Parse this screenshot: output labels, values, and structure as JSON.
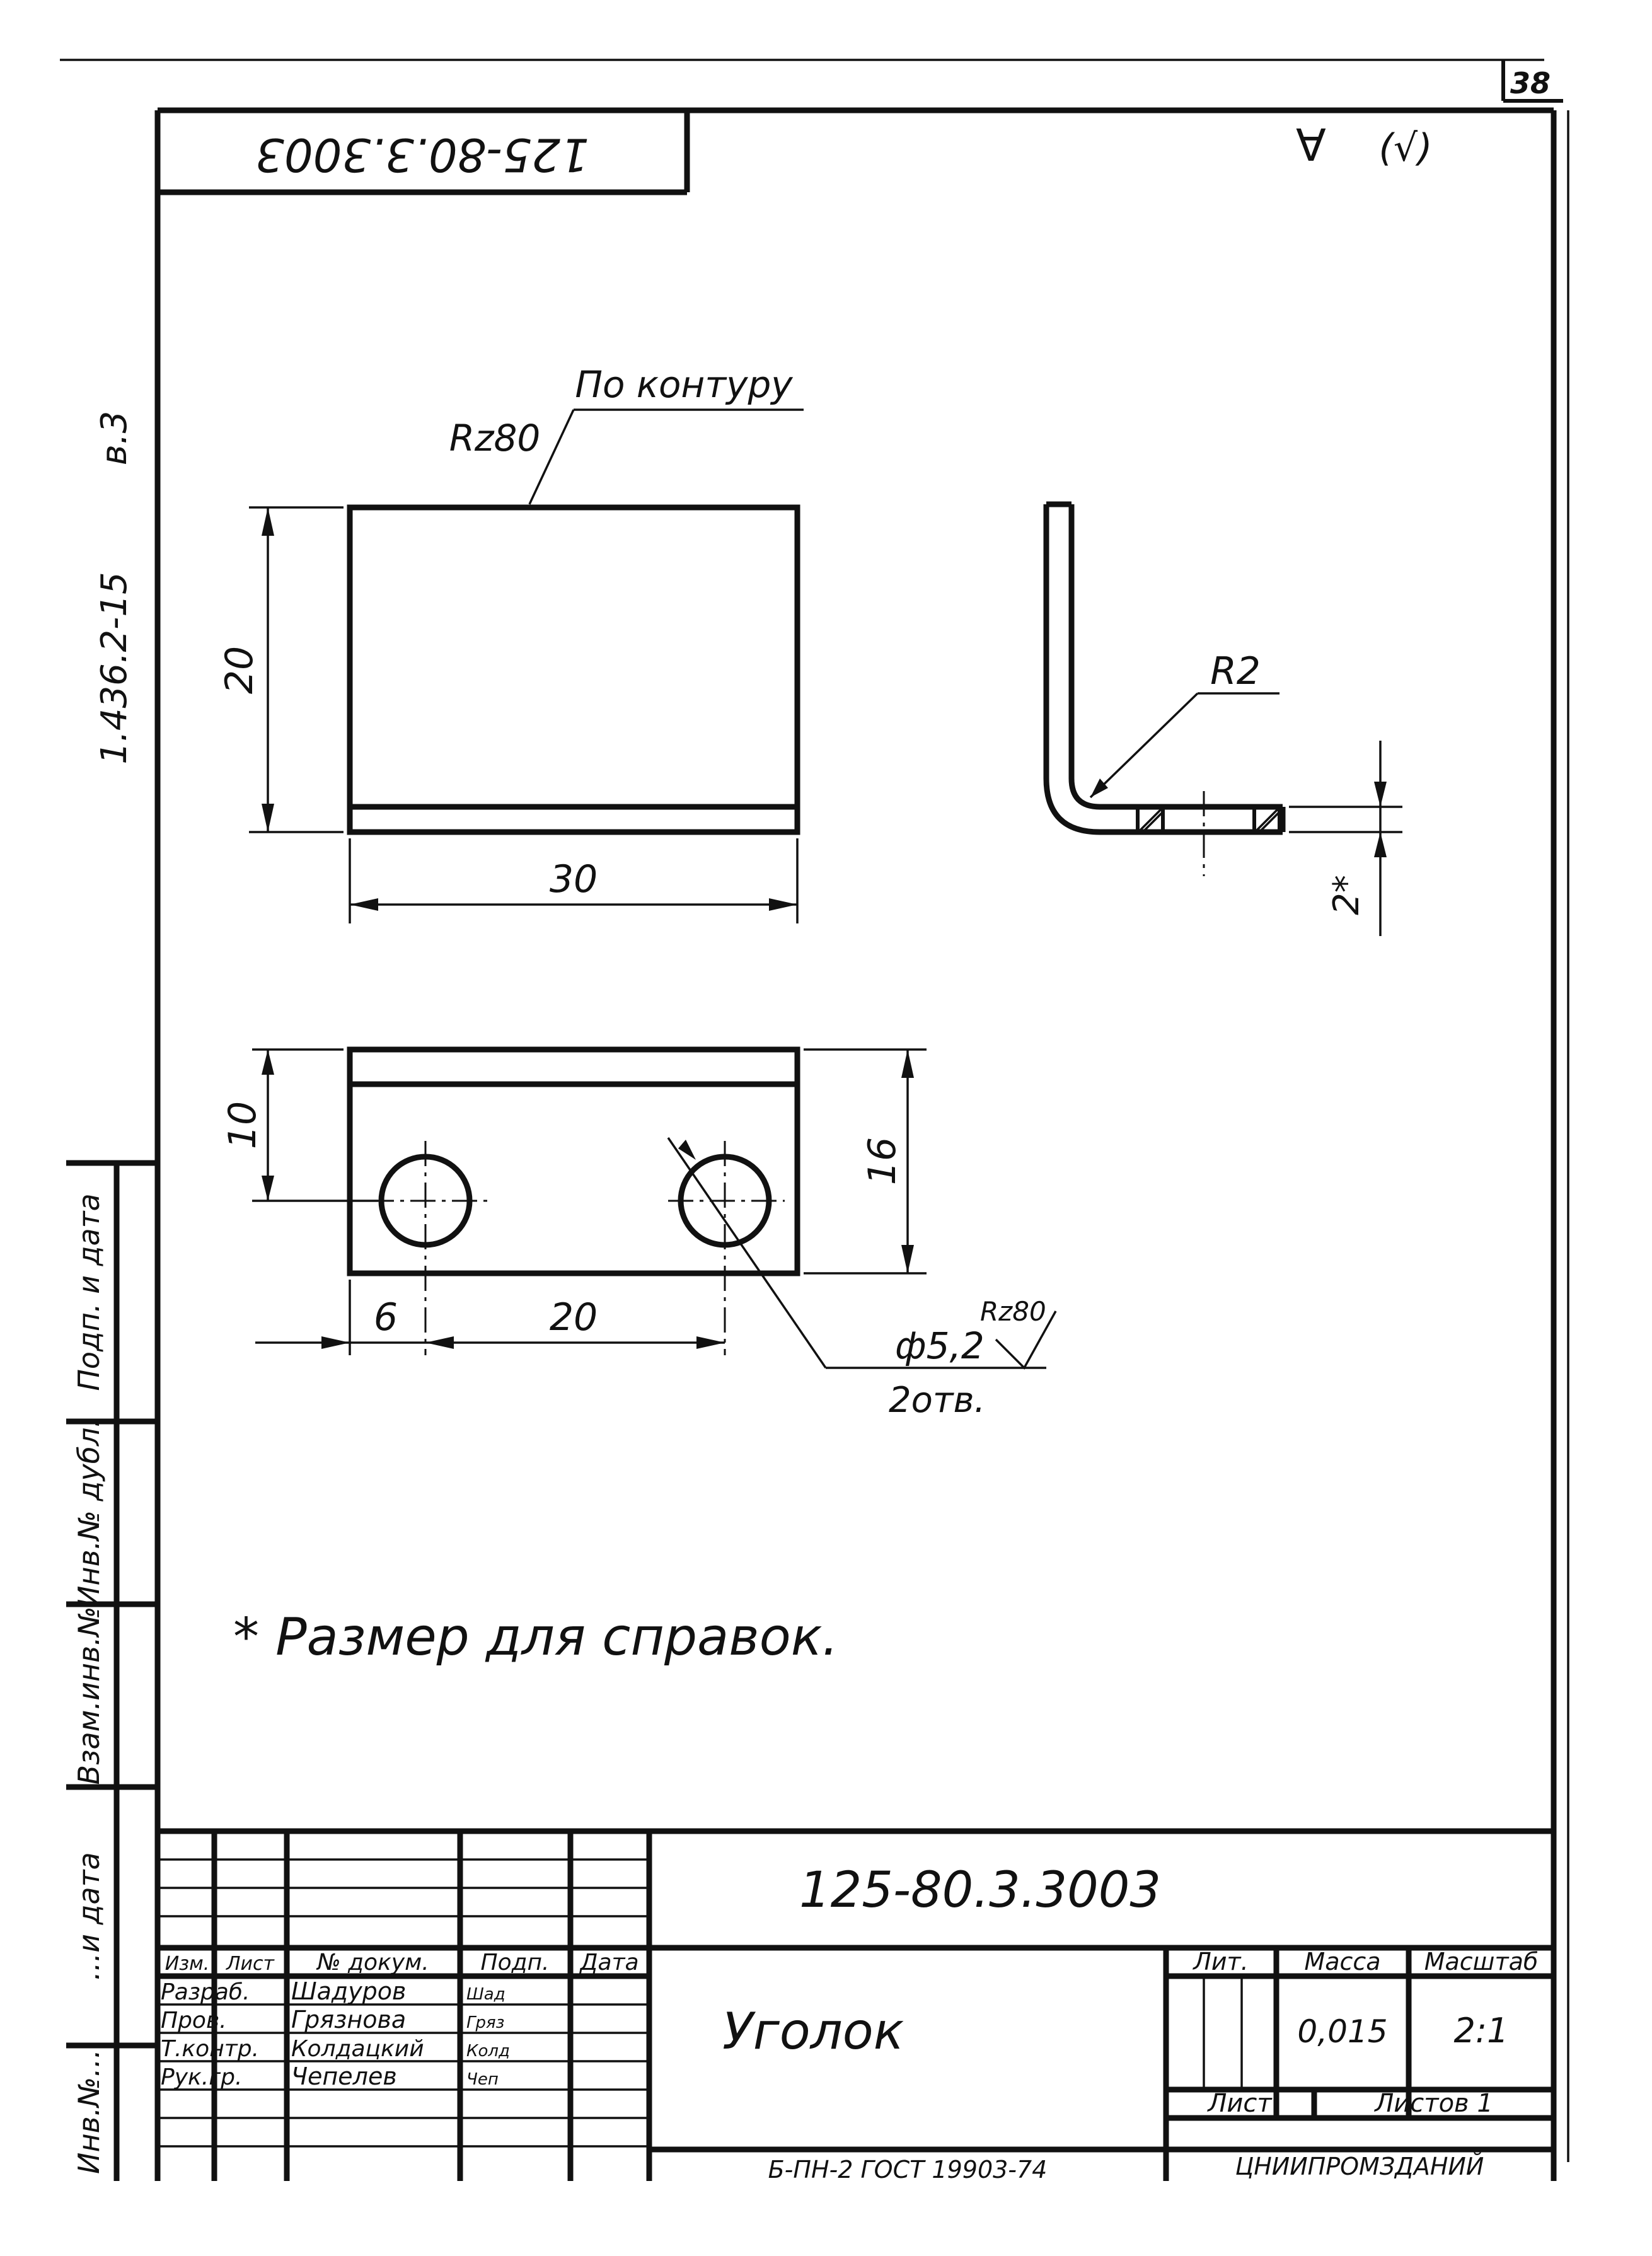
{
  "sheet": {
    "sheet_number": "38",
    "rotated_code": "125-80.3.3003",
    "roughness_symbol": "∀",
    "roughness_paren": "(√)",
    "side_series": "1.436.2-15",
    "side_issue": "в.3"
  },
  "views": {
    "front": {
      "contour_note": "По контуру",
      "roughness": "Rz80",
      "dim_height": "20",
      "dim_width": "30"
    },
    "side": {
      "bend_radius": "R2",
      "dim_thickness": "2*"
    },
    "top": {
      "dim_10": "10",
      "dim_16": "16",
      "dim_6": "6",
      "dim_20": "20",
      "hole_diameter": "ф5,2",
      "hole_roughness": "Rz80",
      "hole_count": "2отв."
    }
  },
  "note": "* Размер для справок.",
  "left_strip": {
    "podp_data_1": "Подп. и дата",
    "inv_dubl": "Инв.№ дубл.",
    "vzam_inv": "Взам.инв.№",
    "podp_data_2": "...и дата",
    "inv_podl": "Инв.№..."
  },
  "title_block": {
    "designation": "125-80.3.3003",
    "name": "Уголок",
    "headers": {
      "izm": "Изм.",
      "list": "Лист",
      "doc_no": "№ докум.",
      "sign": "Подп.",
      "date": "Дата"
    },
    "rows": [
      {
        "role": "Разраб.",
        "person": "Шадуров",
        "signature": "Шад"
      },
      {
        "role": "Пров.",
        "person": "Грязнова",
        "signature": "Гряз"
      },
      {
        "role": "Т.контр.",
        "person": "Колдацкий",
        "signature": "Колд"
      },
      {
        "role": "Рук.гр.",
        "person": "Чепелев",
        "signature": "Чеп"
      }
    ],
    "lit_label": "Лит.",
    "mass_label": "Масса",
    "scale_label": "Масштаб",
    "mass_value": "0,015",
    "scale_value": "2:1",
    "sheet_label": "Лист",
    "sheets_label": "Листов 1",
    "material": "Б-ПН-2 ГОСТ 19903-74",
    "organization": "ЦНИИПРОМЗДАНИЙ"
  }
}
